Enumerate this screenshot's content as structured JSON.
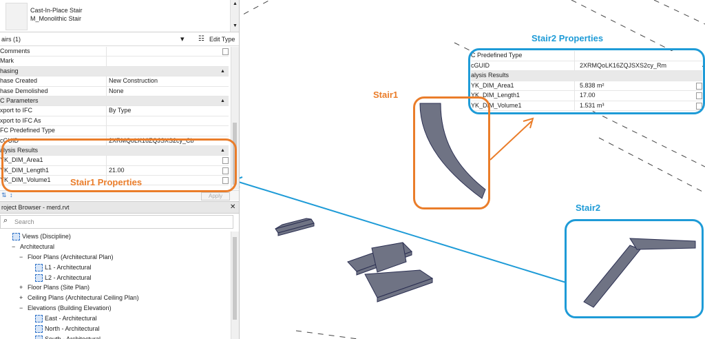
{
  "type_selector": {
    "line1": "Cast-In-Place Stair",
    "line2": "M_Monolithic Stair"
  },
  "filter": {
    "label": "airs (1)",
    "edit_type_label": "Edit Type"
  },
  "properties": [
    {
      "kind": "row",
      "label": "Comments",
      "value": "",
      "check": true
    },
    {
      "kind": "row",
      "label": "Mark",
      "value": ""
    },
    {
      "kind": "group",
      "label": "hasing"
    },
    {
      "kind": "row",
      "label": "hase Created",
      "value": "New Construction"
    },
    {
      "kind": "row",
      "label": "hase Demolished",
      "value": "None"
    },
    {
      "kind": "group",
      "label": "C Parameters"
    },
    {
      "kind": "row",
      "label": "xport to IFC",
      "value": "By Type"
    },
    {
      "kind": "row",
      "label": "xport to IFC As",
      "value": ""
    },
    {
      "kind": "row",
      "label": "FC Predefined Type",
      "value": ""
    },
    {
      "kind": "row",
      "label": "cGUID",
      "value": "2XRMQoLK16ZQJSXS2cy_Cb"
    },
    {
      "kind": "group",
      "label": "alysis Results"
    },
    {
      "kind": "row",
      "label": "YK_DIM_Area1",
      "value": "",
      "check": true
    },
    {
      "kind": "row",
      "label": "YK_DIM_Length1",
      "value": "21.00",
      "check": true
    },
    {
      "kind": "row",
      "label": "YK_DIM_Volume1",
      "value": "",
      "check": true
    }
  ],
  "apply_label": "Apply",
  "project_browser": {
    "title": "roject Browser - merd.rvt",
    "search_placeholder": "Search",
    "tree": [
      {
        "indent": 0,
        "expander": "",
        "icon": "views",
        "label": "Views (Discipline)"
      },
      {
        "indent": 1,
        "expander": "−",
        "icon": "",
        "label": "Architectural"
      },
      {
        "indent": 2,
        "expander": "−",
        "icon": "",
        "label": "Floor Plans (Architectural Plan)"
      },
      {
        "indent": 3,
        "expander": "",
        "icon": "plan",
        "label": "L1 - Architectural"
      },
      {
        "indent": 3,
        "expander": "",
        "icon": "plan",
        "label": "L2 - Architectural"
      },
      {
        "indent": 2,
        "expander": "+",
        "icon": "",
        "label": "Floor Plans (Site Plan)"
      },
      {
        "indent": 2,
        "expander": "+",
        "icon": "",
        "label": "Ceiling Plans (Architectural Ceiling Plan)"
      },
      {
        "indent": 2,
        "expander": "−",
        "icon": "",
        "label": "Elevations (Building Elevation)"
      },
      {
        "indent": 3,
        "expander": "",
        "icon": "plan",
        "label": "East - Architectural"
      },
      {
        "indent": 3,
        "expander": "",
        "icon": "plan",
        "label": "North - Architectural"
      },
      {
        "indent": 3,
        "expander": "",
        "icon": "plan",
        "label": "South - Architectural"
      }
    ]
  },
  "stair2_props": {
    "rows": [
      {
        "kind": "row",
        "label": "C Predefined Type",
        "value": ""
      },
      {
        "kind": "row",
        "label": "cGUID",
        "value": "2XRMQoLK16ZQJSXS2cy_Rm"
      },
      {
        "kind": "group",
        "label": "alysis Results"
      },
      {
        "kind": "row",
        "label": "YK_DIM_Area1",
        "value": "5.838 m²",
        "check": true
      },
      {
        "kind": "row",
        "label": "YK_DIM_Length1",
        "value": "17.00",
        "check": true
      },
      {
        "kind": "row",
        "label": "YK_DIM_Volume1",
        "value": "1.531 m³",
        "check": true
      }
    ]
  },
  "annotations": {
    "stair1_properties": "Stair1 Properties",
    "stair2_properties": "Stair2 Properties",
    "stair1": "Stair1",
    "stair2": "Stair2"
  },
  "colors": {
    "orange": "#ea7d2a",
    "blue": "#1e9bd7",
    "stair_fill": "#6f7384",
    "stair_edge": "#2b2f52"
  }
}
